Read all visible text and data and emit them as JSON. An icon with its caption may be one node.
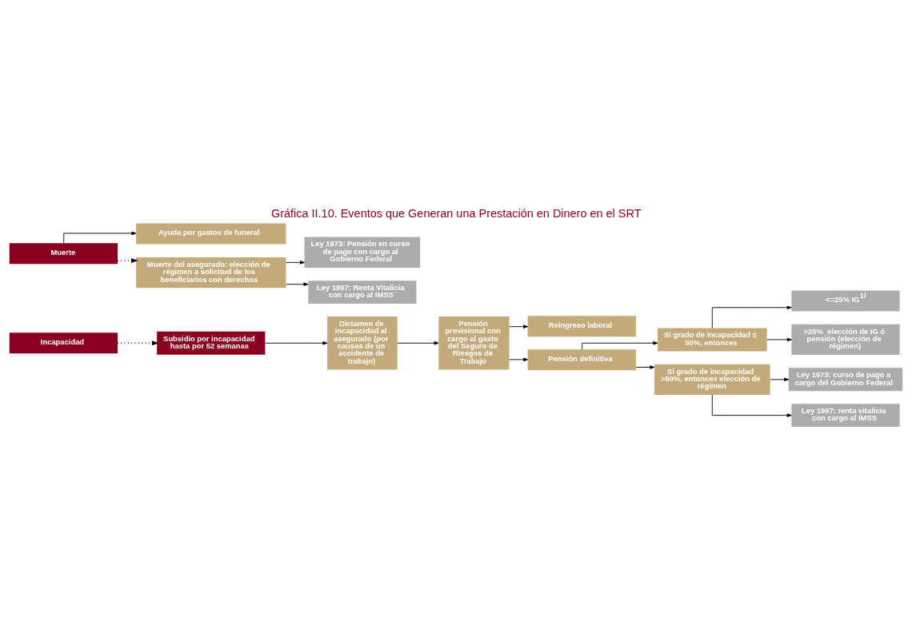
{
  "diagram": {
    "title": "Gráfica II.10. Eventos que Generan una Prestación en Dinero en el SRT",
    "nodes": [
      {
        "text": [
          "Incapacidad"
        ]
      },
      {
        "text": [
          "Subsidio por incapacidad hasta por 52 semanas"
        ]
      },
      {
        "text": [
          "Dictamen de incapacidad al asegurado (por causas de un accidente de trabajo)"
        ]
      },
      {
        "text": [
          "Pensión provisional con cargo al gasto del Seguro de Riesgos de Trabajo"
        ]
      },
      {
        "text": [
          "Reingreso laboral"
        ]
      },
      {
        "text": [
          "Si grado de incapacidad ≤ 50%, entonces"
        ]
      },
      {
        "text": [
          "Pensión definitiva"
        ]
      },
      {
        "text": [
          "Si grado de incapacidad >50%, entonces elección de régimen"
        ]
      },
      {
        "text": [
          "<=25% IG$^{1/}$"
        ]
      },
      {
        "text": [
          ">25%  elección de IG ó pensión (elección de régimen)"
        ]
      },
      {
        "text": [
          "Ley 1973: curso de pago a cargo del Gobierno Federal"
        ]
      },
      {
        "text": [
          "Ley 1997: renta vitalicia con cargo al IMSS"
        ]
      },
      {
        "text": [
          "Muerte"
        ]
      },
      {
        "text": [
          "Ayuda por gastos de funeral"
        ]
      },
      {
        "text": [
          "Muerte del asegurado: elección de régimen a solicitud de los beneficiarios con derechos"
        ]
      },
      {
        "text": [
          "Ley 1973: Pensión en curso de pago con cargo al Gobierno Federal"
        ]
      },
      {
        "text": [
          "Ley 1997: Renta Vitalicia con cargo al IMSS"
        ]
      }
    ],
    "edges": [
      {
        "from": 0,
        "to": 1,
        "arrow": "to",
        "style": "dashed"
      },
      {
        "from": 1,
        "to": 2,
        "arrow": "to"
      },
      {
        "from": 2,
        "to": 3,
        "arrow": "to"
      },
      {
        "from": 3,
        "to": 4,
        "arrow": "to"
      },
      {
        "from": 3,
        "to": 6,
        "arrow": "to"
      },
      {
        "from": 5,
        "to": 8,
        "arrow": "to"
      },
      {
        "from": 5,
        "to": 9,
        "arrow": "to"
      },
      {
        "from": 6,
        "to": 5,
        "arrow": "to"
      },
      {
        "from": 6,
        "to": 7,
        "arrow": "to"
      },
      {
        "from": 7,
        "to": 10,
        "arrow": "to"
      },
      {
        "from": 7,
        "to": 11,
        "arrow": "to"
      },
      {
        "from": 12,
        "to": 13,
        "arrow": "to"
      },
      {
        "from": 12,
        "to": 14,
        "arrow": "to",
        "style": "dashed"
      },
      {
        "from": 14,
        "to": 15,
        "arrow": "to"
      },
      {
        "from": 14,
        "to": 16,
        "arrow": "to"
      }
    ]
  }
}
